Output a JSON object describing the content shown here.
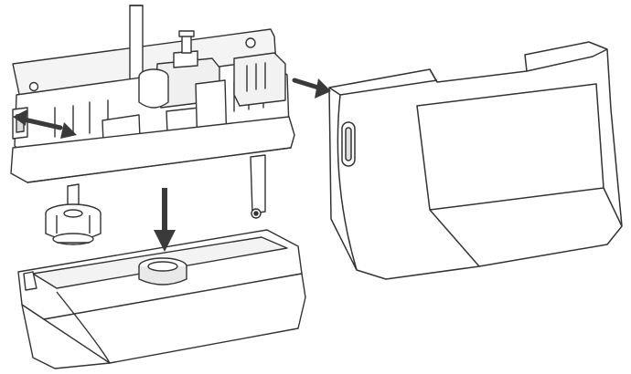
{
  "diagram": {
    "background": "#ffffff",
    "colors": {
      "outline": "#333333",
      "fill": "#ffffff",
      "shade": "#e6e6e6",
      "dark_shade": "#cfcfcf",
      "arrow": "#3a3a3a"
    },
    "components": [
      "pump-body-assembly",
      "float-switch",
      "reservoir-tray",
      "cover-lid"
    ],
    "arrows": [
      {
        "name": "arrow-remove-side-left",
        "direction": "left"
      },
      {
        "name": "arrow-remove-cover-right",
        "direction": "right"
      },
      {
        "name": "arrow-lower-tray-down",
        "direction": "down"
      }
    ]
  }
}
